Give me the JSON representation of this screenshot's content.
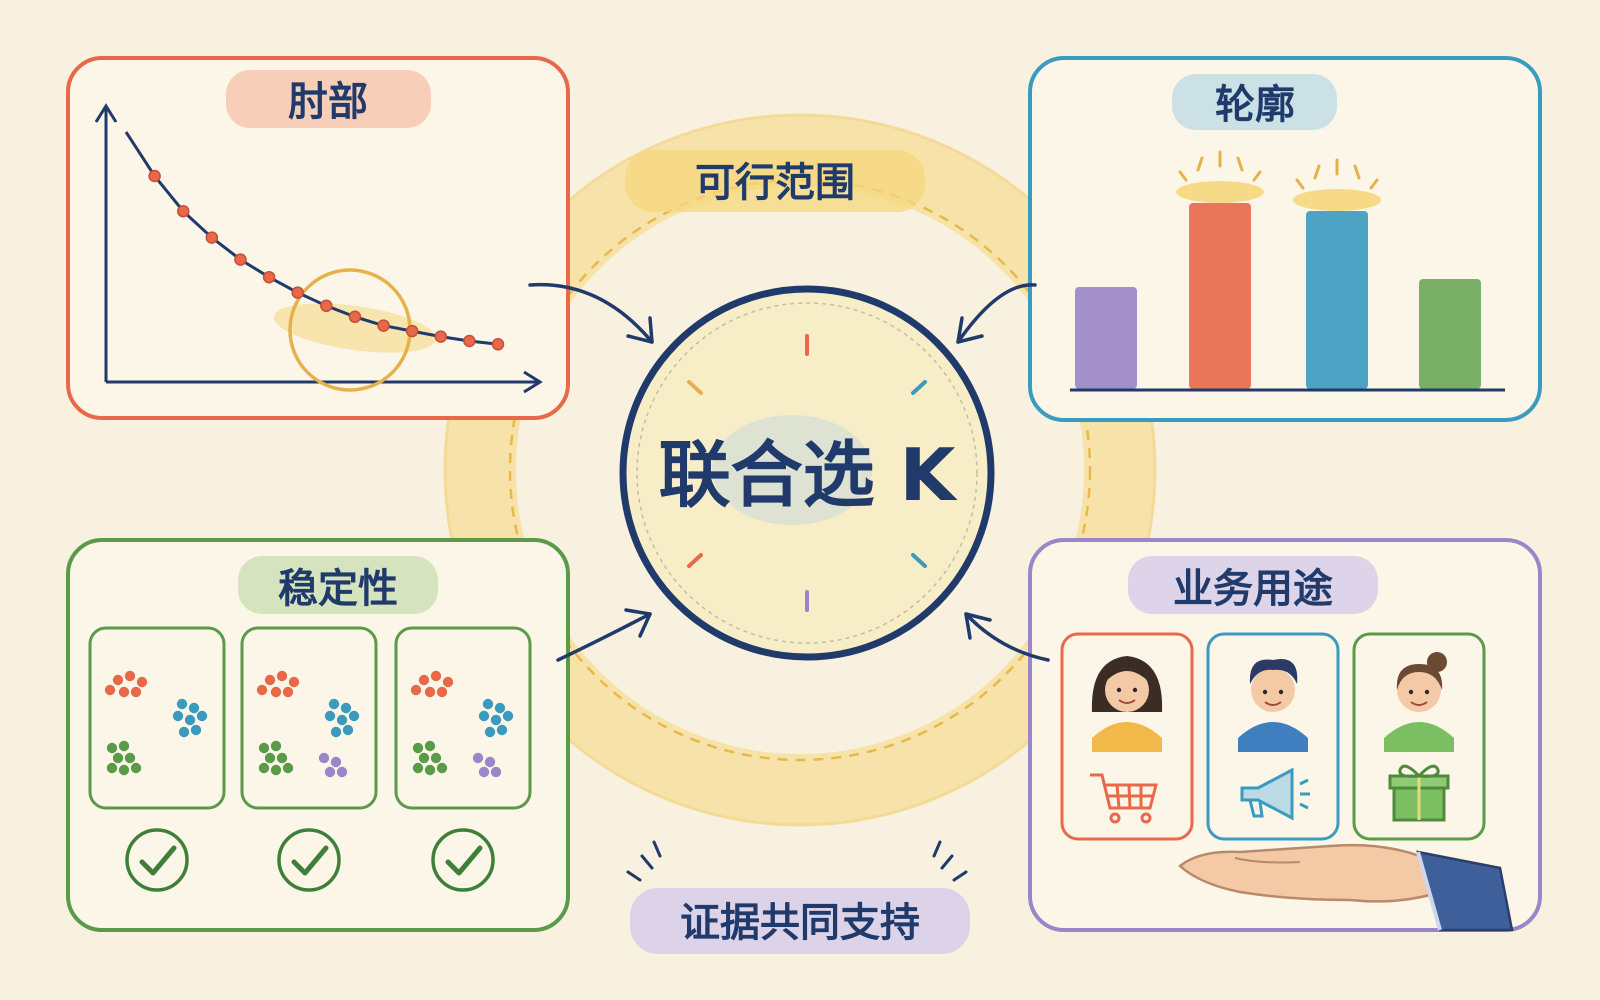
{
  "center": {
    "label": "联合选 K"
  },
  "ring": {
    "label": "可行范围"
  },
  "footer": {
    "label": "证据共同支持"
  },
  "panels": {
    "elbow": {
      "title": "肘部"
    },
    "silhouette": {
      "title": "轮廓"
    },
    "stability": {
      "title": "稳定性"
    },
    "business": {
      "title": "业务用途"
    }
  },
  "colors": {
    "background": "#f8f1df",
    "navy": "#1f3a6b",
    "orange": "#e8694a",
    "teal": "#3a9bbf",
    "green": "#5a9a48",
    "purple": "#9a86c8",
    "yellow": "#f2c94c"
  },
  "chart_data": [
    {
      "type": "line",
      "x": [
        1,
        2,
        3,
        4,
        5,
        6,
        7,
        8,
        9,
        10,
        11,
        12,
        13,
        14
      ],
      "values": [
        100,
        80,
        64,
        52,
        42,
        34,
        27,
        21,
        16,
        12,
        9.5,
        7,
        5,
        3.5
      ],
      "highlight_range": [
        8,
        11
      ]
    },
    {
      "type": "bar",
      "values": [
        0.5,
        0.92,
        0.88,
        0.54
      ],
      "highlighted": [
        1,
        2
      ],
      "colors": [
        "#9a86c8",
        "#e8694a",
        "#3a9bbf",
        "#6ca858"
      ]
    }
  ],
  "icons": {
    "stability_check": "check-icon",
    "business": [
      "shopping-cart-icon",
      "megaphone-icon",
      "gift-icon"
    ],
    "hand": "open-hand-icon"
  }
}
